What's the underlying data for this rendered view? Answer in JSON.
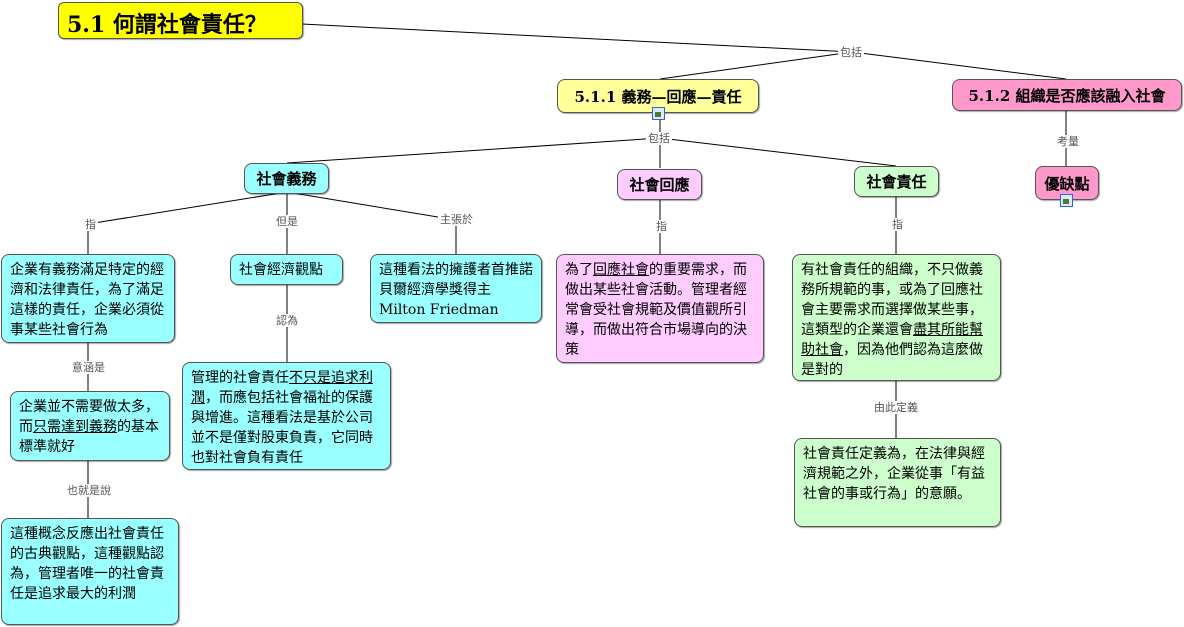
{
  "title": "5.1  何謂社會責任？",
  "links": {
    "includes_1": "包括",
    "includes_2": "包括",
    "consider": "考量",
    "refers_1": "指",
    "but": "但是",
    "advocate": "主張於",
    "refers_2": "指",
    "refers_3": "指",
    "implies": "意涵是",
    "believes": "認為",
    "that_is": "也就是說",
    "defined": "由此定義"
  },
  "nodes": {
    "sub1": "5.1.1  義務—回應—責任",
    "sub2": "5.1.2  組織是否應該融入社會",
    "obligation": "社會義務",
    "response": "社會回應",
    "responsibility": "社會責任",
    "pros_cons": "優缺點",
    "obligation_def": "企業有義務滿足特定的經濟和法律責任，為了滿足這樣的責任，企業必須從事某些社會行為",
    "economic_view": "社會經濟觀點",
    "advocates": "這種看法的擁護者首推諾貝爾經濟學獎得主Milton Friedman",
    "response_def": {
      "a": "為了",
      "u1": "回應社會",
      "b": "的重要需求，而做出某些社會活動。管理者經常會受社會規範及價值觀所引導，而做出符合市場導向的決策"
    },
    "responsibility_def": {
      "a": "有社會責任的組織，不只做義務所規範的事，或為了回應社會主要需求而選擇做某些事，這類型的企業還會",
      "u1": "盡其所能幫助社會",
      "b": "，因為他們認為這麼做是對的"
    },
    "not_much": {
      "a": "企業並不需要做太多，而",
      "u1": "只需達到義務",
      "b": "的基本標準就好"
    },
    "mgmt_view": {
      "a": "管理的社會責任",
      "u1": "不只是追求利潤",
      "b": "，而應包括社會福祉的保護與增進。這種看法是基於公司並不是僅對股東負責，它同時也對社會負有責任"
    },
    "classical": "這種概念反應出社會責任的古典觀點，這種觀點認為，管理者唯一的社會責任是追求最大的利潤",
    "definition": "社會責任定義為，在法律與經濟規範之外，企業從事「有益社會的事或行為」的意願。"
  },
  "colors": {
    "title": "#ffff00",
    "sub1": "#ffff99",
    "sub2": "#ff99cc",
    "obligation": "#99ffff",
    "response": "#ffccff",
    "responsibility": "#ccffcc",
    "line": "#000000"
  },
  "icons": [
    "image-icon",
    "image-icon"
  ]
}
